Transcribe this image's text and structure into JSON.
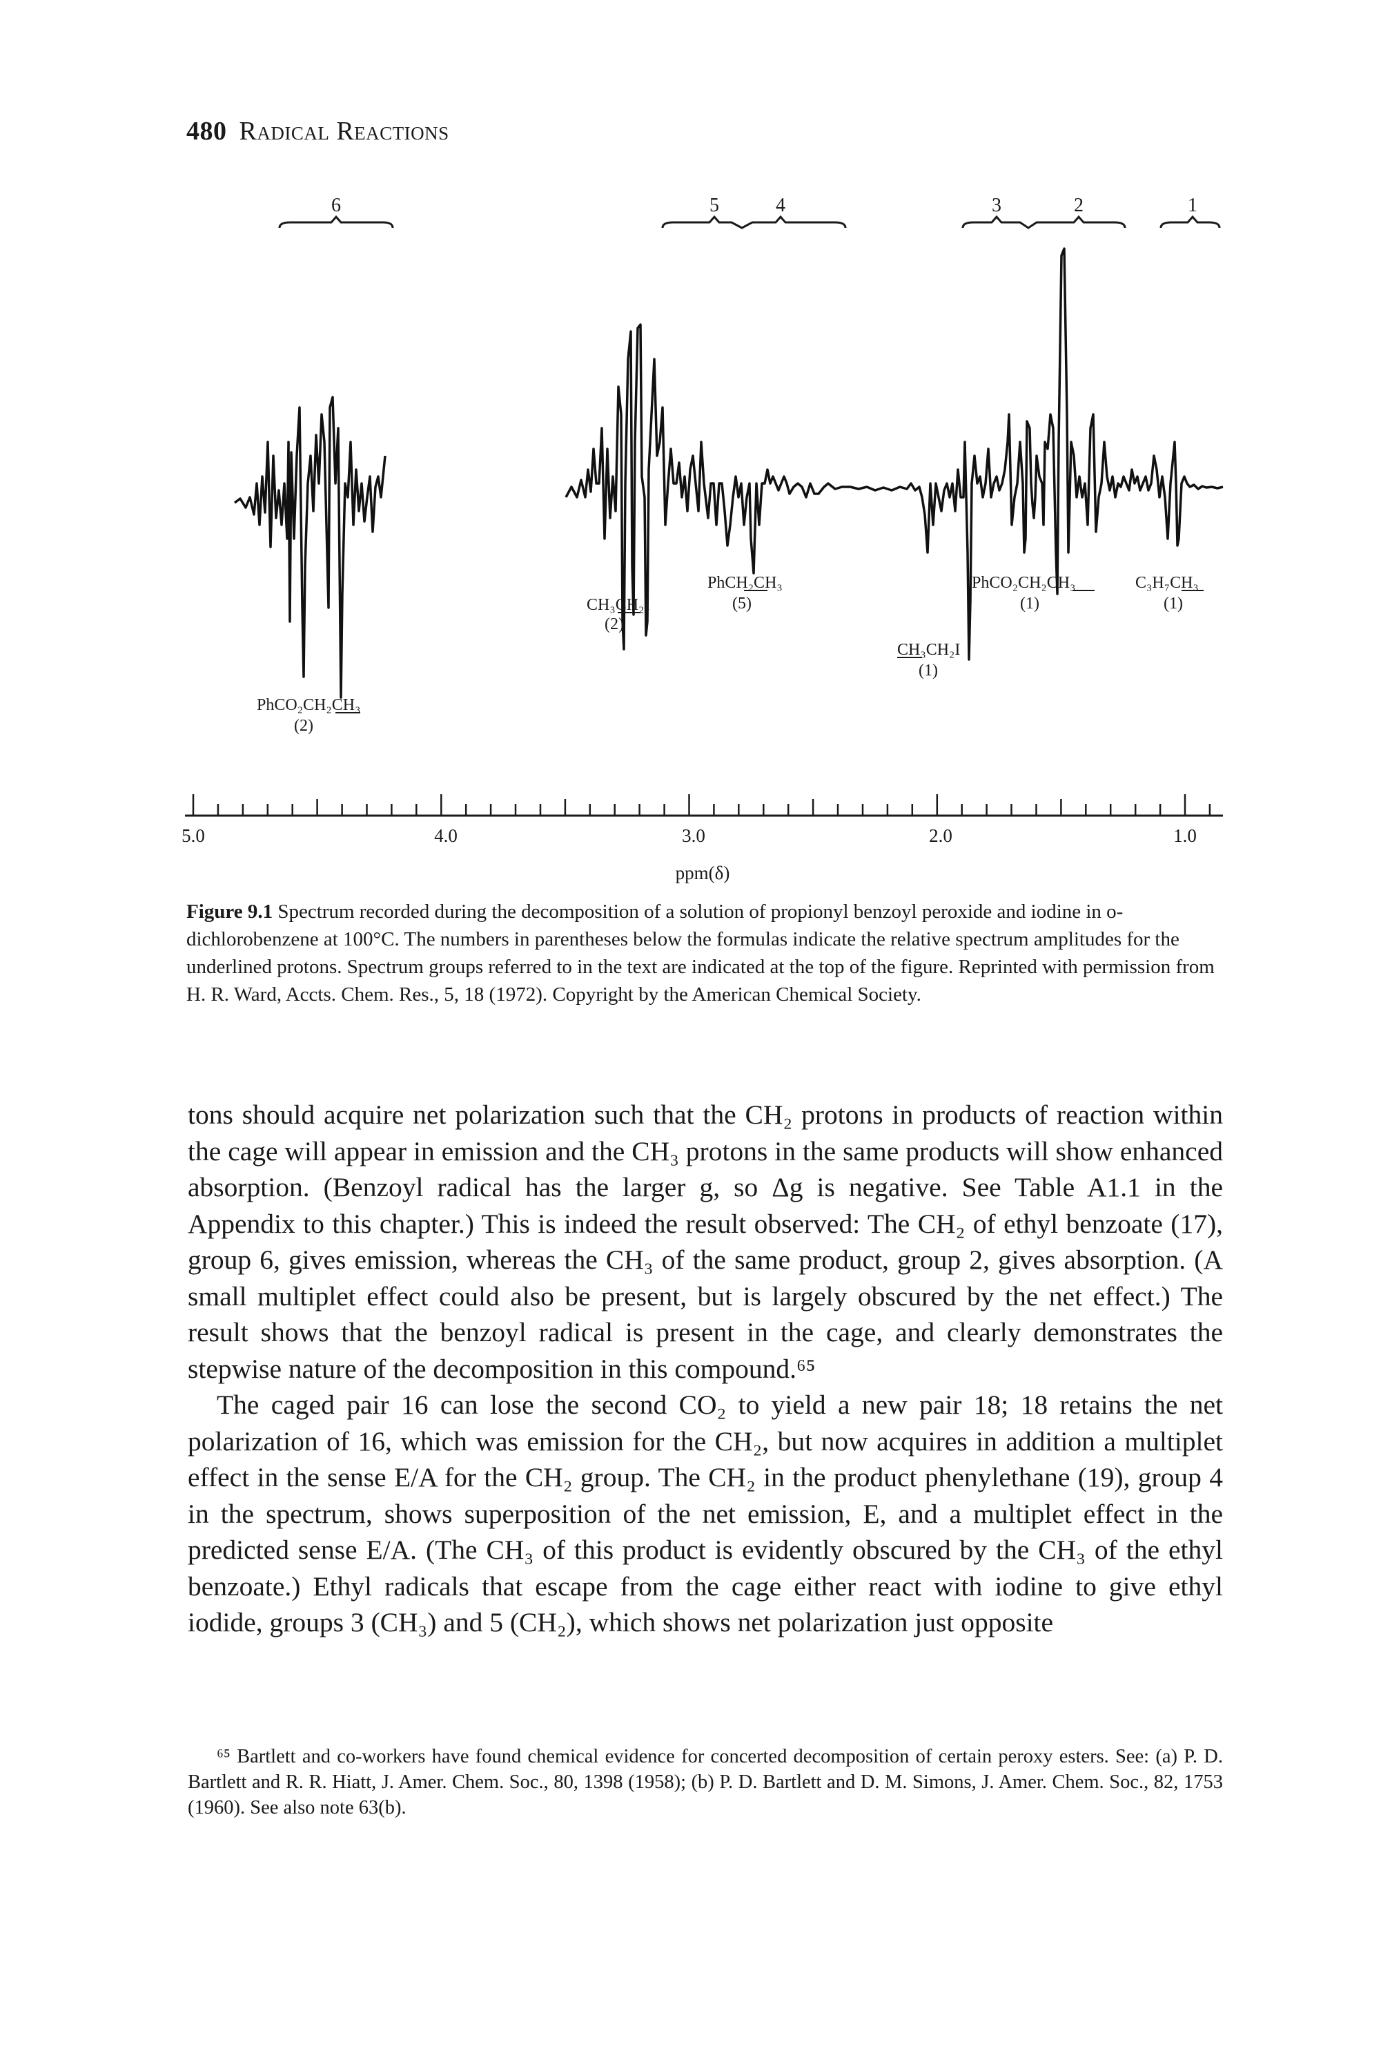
{
  "page": {
    "number": "480",
    "running_title": "Radical Reactions"
  },
  "figure": {
    "group_numbers": [
      "6",
      "5",
      "4",
      "3",
      "2",
      "1"
    ],
    "peak_labels": {
      "phco2ch2ch3_2": {
        "formula": "PhCO₂CH₂CH₃",
        "amp": "(2)"
      },
      "ch3ch2i_2": {
        "formula": "CH₃CH₂I",
        "amp": "(2)"
      },
      "phch2ch3_5": {
        "formula": "PhCH₂CH₃",
        "amp": "(5)"
      },
      "ch3ch2i_1": {
        "formula": "CH₃CH₂I",
        "amp": "(1)"
      },
      "phco2ch2ch3_1": {
        "formula": "PhCO₂CH₂CH₃",
        "amp": "(1)"
      },
      "c3h7ch3_1": {
        "formula": "C₃H₇CH₃",
        "amp": "(1)"
      }
    },
    "axis": {
      "ticks": [
        "5.0",
        "4.0",
        "3.0",
        "2.0",
        "1.0"
      ],
      "label": "ppm(δ)"
    },
    "caption_label": "Figure 9.1",
    "caption_text": "Spectrum recorded during the decomposition of a solution of propionyl benzoyl peroxide and iodine in o-dichlorobenzene at 100°C. The numbers in parentheses below the formulas indicate the relative spectrum amplitudes for the underlined protons. Spectrum groups referred to in the text are indicated at the top of the figure. Reprinted with permission from H. R. Ward, Accts. Chem. Res., 5, 18 (1972). Copyright by the American Chemical Society."
  },
  "body": {
    "paragraph_1": "tons should acquire net polarization such that the CH₂ protons in products of reaction within the cage will appear in emission and the CH₃ protons in the same products will show enhanced absorption. (Benzoyl radical has the larger g, so Δg is negative. See Table A1.1 in the Appendix to this chapter.) This is indeed the result observed: The CH₂ of ethyl benzoate (17), group 6, gives emission, whereas the CH₃ of the same product, group 2, gives absorption. (A small multiplet effect could also be present, but is largely obscured by the net effect.) The result shows that the benzoyl radical is present in the cage, and clearly demonstrates the stepwise nature of the decomposition in this compound.⁶⁵",
    "paragraph_2": "The caged pair 16 can lose the second CO₂ to yield a new pair 18; 18 retains the net polarization of 16, which was emission for the CH₂, but now acquires in addition a multiplet effect in the sense E/A for the CH₂ group. The CH₂ in the product phenylethane (19), group 4 in the spectrum, shows superposition of the net emission, E, and a multiplet effect in the predicted sense E/A. (The CH₃ of this product is evidently obscured by the CH₃ of the ethyl benzoate.) Ethyl radicals that escape from the cage either react with iodine to give ethyl iodide, groups 3 (CH₃) and 5 (CH₂), which shows net polarization just opposite"
  },
  "footnote": {
    "text": "⁶⁵ Bartlett and co-workers have found chemical evidence for concerted decomposition of certain peroxy esters. See: (a) P. D. Bartlett and R. R. Hiatt, J. Amer. Chem. Soc., 80, 1398 (1958); (b) P. D. Bartlett and D. M. Simons, J. Amer. Chem. Soc., 82, 1753 (1960). See also note 63(b)."
  }
}
